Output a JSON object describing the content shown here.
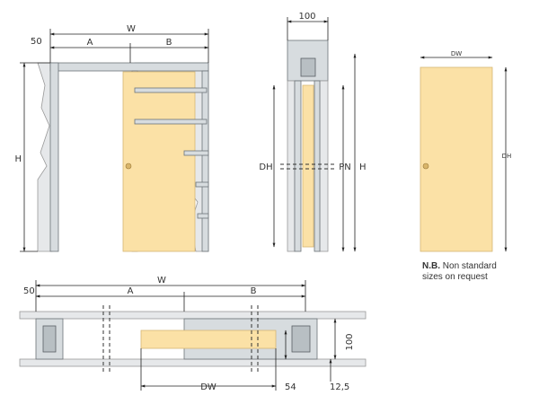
{
  "front_view": {
    "dim_w": "W",
    "dim_50": "50",
    "dim_a": "A",
    "dim_b": "B",
    "dim_h": "H"
  },
  "section_view": {
    "dim_100": "100",
    "dim_dh": "DH",
    "dim_pn": "PN",
    "dim_h": "H"
  },
  "door_view": {
    "dim_dw": "DW",
    "dim_dh": "DH"
  },
  "note": {
    "label": "N.B.",
    "line1": "Non standard",
    "line2": "sizes on request"
  },
  "plan_view": {
    "dim_w": "W",
    "dim_50": "50",
    "dim_a": "A",
    "dim_b": "B",
    "dim_100": "100",
    "dim_dw": "DW",
    "dim_54": "54",
    "dim_12_5": "12,5"
  },
  "colors": {
    "door": "#fbe1a6",
    "frame": "#d7dcdf",
    "wall": "#e6e8ea"
  }
}
